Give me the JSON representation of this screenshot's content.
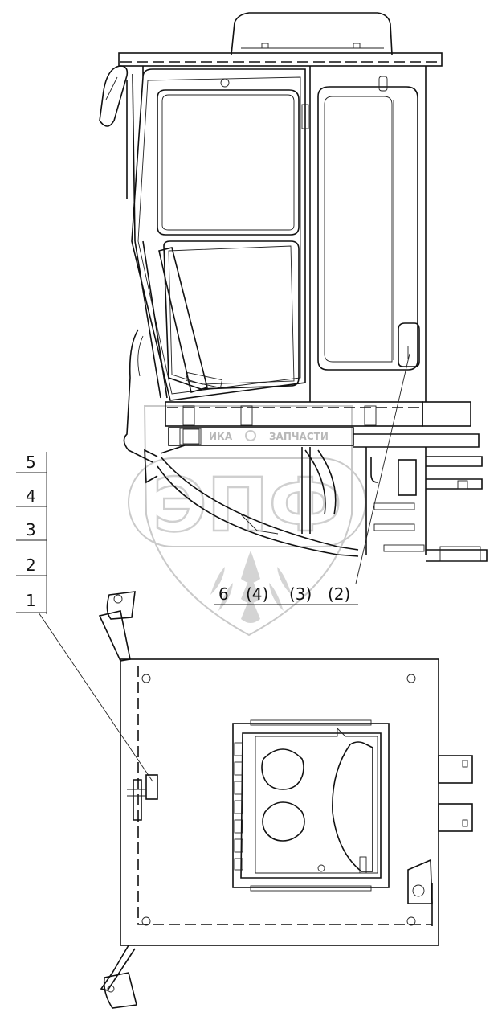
{
  "callouts_left": [
    "5",
    "4",
    "3",
    "2",
    "1"
  ],
  "callouts_bottom": [
    "6",
    "(4)",
    "(3)",
    "(2)"
  ],
  "watermark": {
    "brand": "ЭПФ",
    "left_text": "ИКА",
    "right_text": "ЗАПЧАСТИ"
  },
  "colors": {
    "line": "#111111",
    "watermark": "#c9c9c9",
    "background": "#ffffff"
  }
}
